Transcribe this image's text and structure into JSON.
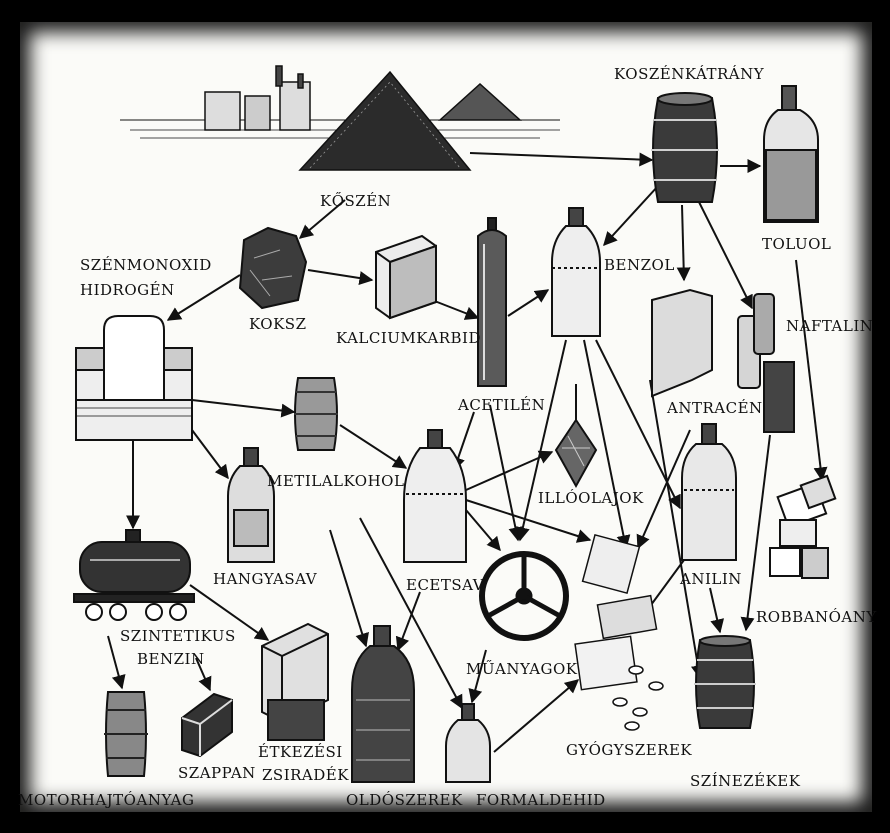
{
  "diagram": {
    "nodes": {
      "koszen": "KŐSZÉN",
      "koszenkatrany": "KOSZÉNKÁTRÁNY",
      "toluol": "TOLUOL",
      "benzol": "BENZOL",
      "szenmonoxid": "SZÉNMONOXID",
      "hidrogen": "HIDROGÉN",
      "koksz": "KOKSZ",
      "kalciumkarbid": "KALCIUMKARBID",
      "naftalin": "NAFTALIN",
      "acetilen": "ACETILÉN",
      "antracen": "ANTRACÉN",
      "metilalkohol": "METILALKOHOL",
      "illoolajok": "ILLÓOLAJOK",
      "hangyasav": "HANGYASAV",
      "ecetsav": "ECETSAV",
      "anilin": "ANILIN",
      "robbanoany": "ROBBANÓANY",
      "szintetikus": "SZINTETIKUS",
      "benzin": "BENZIN",
      "muanyagok": "MŰANYAGOK",
      "etkezesi": "ÉTKEZÉSI",
      "zsiradek": "ZSIRADÉK",
      "gyogyszerek": "GYÓGYSZEREK",
      "motorhajtoanyag": "MOTORHAJTÓANYAG",
      "szappan": "SZAPPAN",
      "oldoszerek": "OLDÓSZEREK",
      "formaldehid": "FORMALDEHID",
      "szinezekek": "SZÍNEZÉKEK"
    }
  },
  "colors": {
    "ink": "#111111",
    "paper": "#fbfbf8",
    "frame": "#000000"
  }
}
